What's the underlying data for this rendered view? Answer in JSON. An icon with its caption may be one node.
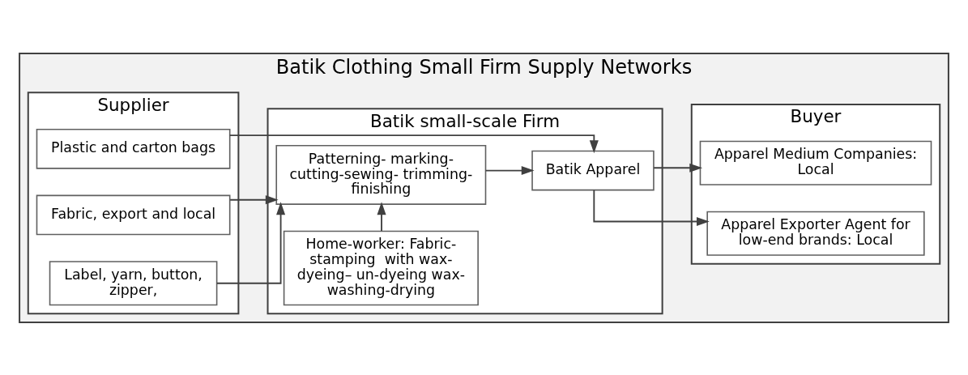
{
  "diagram": {
    "nodes": [
      {
        "text": [
          "Batik Clothing Small Firm Supply Networks"
        ]
      },
      {
        "text": [
          "Supplier"
        ],
        "in": 0
      },
      {
        "text": [
          "Fabric, export and local"
        ],
        "in": 1
      },
      {
        "text": [
          "Label, yarn, button, zipper,"
        ],
        "in": 1
      },
      {
        "text": [
          "Plastic and carton bags"
        ],
        "in": 1
      },
      {
        "text": [
          "Batik small-scale Firm"
        ],
        "in": 0
      },
      {
        "text": [
          "Patterning- marking- cutting-sewing- trimming-finishing"
        ],
        "in": 5
      },
      {
        "text": [
          "Batik Apparel"
        ],
        "in": 5
      },
      {
        "text": [
          "Home-worker: Fabric-stamping  with wax- dyeing– un-dyeing wax- washing-drying"
        ],
        "in": 5
      },
      {
        "text": [
          "Buyer"
        ],
        "in": 0
      },
      {
        "text": [
          "Apparel Medium Companies: Local"
        ],
        "in": 9
      },
      {
        "text": [
          "Apparel Exporter Agent for low-end brands: Local"
        ],
        "in": 9
      }
    ],
    "edges": [
      {
        "from": 2,
        "to": 6,
        "arrow": "to"
      },
      {
        "from": 8,
        "to": 6,
        "arrow": "to"
      },
      {
        "from": 3,
        "to": 6,
        "arrow": "to"
      },
      {
        "from": 4,
        "to": 7,
        "arrow": "to"
      },
      {
        "from": 6,
        "to": 7,
        "arrow": "to"
      },
      {
        "from": 7,
        "to": 10,
        "arrow": "to"
      },
      {
        "from": 7,
        "to": 11,
        "arrow": "to"
      }
    ]
  }
}
